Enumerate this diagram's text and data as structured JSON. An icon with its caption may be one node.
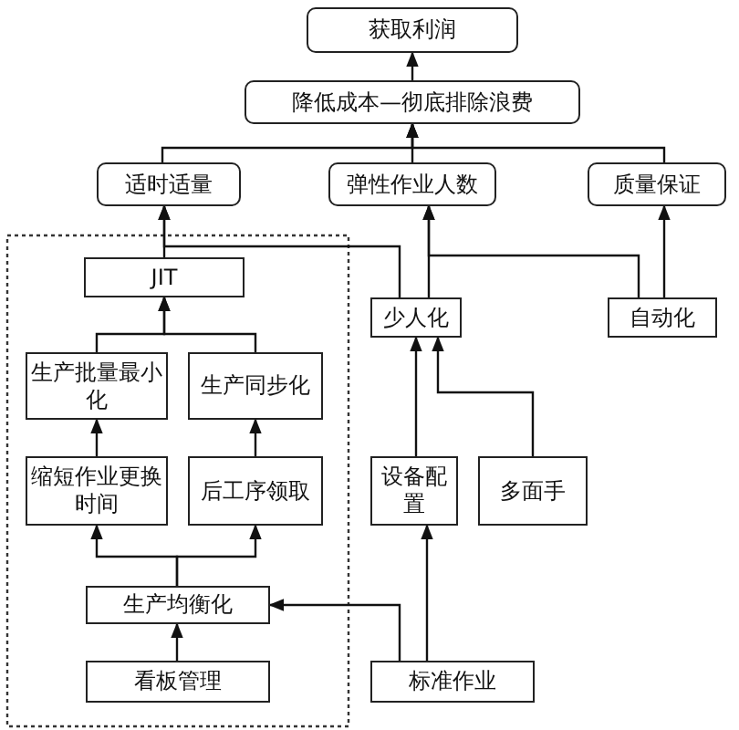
{
  "diagram": {
    "nodes": [
      {
        "text": [
          "获取利润"
        ]
      },
      {
        "text": [
          "降低成本—彻底排除浪费"
        ]
      },
      {
        "text": [
          "适时适量"
        ]
      },
      {
        "text": [
          "弹性作业人数"
        ]
      },
      {
        "text": [
          "质量保证"
        ]
      },
      {
        "text": [
          "JIT"
        ]
      },
      {
        "text": [
          "少人化"
        ]
      },
      {
        "text": [
          "自动化"
        ]
      },
      {
        "text": [
          "生产批量最小化"
        ]
      },
      {
        "text": [
          "生产同步化"
        ]
      },
      {
        "text": [
          "缩短作业更换时间"
        ]
      },
      {
        "text": [
          "后工序领取"
        ]
      },
      {
        "text": [
          "设备配置"
        ]
      },
      {
        "text": [
          "多面手"
        ]
      },
      {
        "text": [
          "生产均衡化"
        ]
      },
      {
        "text": [
          "看板管理"
        ]
      },
      {
        "text": [
          "标准作业"
        ]
      }
    ],
    "edges": [
      {
        "from": 1,
        "to": 0,
        "arrow": "to"
      },
      {
        "from": 2,
        "to": 1,
        "arrow": "to"
      },
      {
        "from": 3,
        "to": 1,
        "arrow": "to"
      },
      {
        "from": 4,
        "to": 1,
        "arrow": "to"
      },
      {
        "from": 5,
        "to": 2,
        "arrow": "to"
      },
      {
        "from": 6,
        "to": 2,
        "arrow": "to"
      },
      {
        "from": 6,
        "to": 3,
        "arrow": "to"
      },
      {
        "from": 7,
        "to": 3,
        "arrow": "to"
      },
      {
        "from": 7,
        "to": 4,
        "arrow": "to"
      },
      {
        "from": 8,
        "to": 5,
        "arrow": "to"
      },
      {
        "from": 9,
        "to": 5,
        "arrow": "to"
      },
      {
        "from": 10,
        "to": 8,
        "arrow": "to"
      },
      {
        "from": 11,
        "to": 9,
        "arrow": "to"
      },
      {
        "from": 14,
        "to": 10,
        "arrow": "to"
      },
      {
        "from": 14,
        "to": 11,
        "arrow": "to"
      },
      {
        "from": 15,
        "to": 14,
        "arrow": "to"
      },
      {
        "from": 12,
        "to": 6,
        "arrow": "to"
      },
      {
        "from": 13,
        "to": 6,
        "arrow": "to"
      },
      {
        "from": 16,
        "to": 12,
        "arrow": "to"
      },
      {
        "from": 16,
        "to": 14,
        "arrow": "to"
      }
    ]
  }
}
